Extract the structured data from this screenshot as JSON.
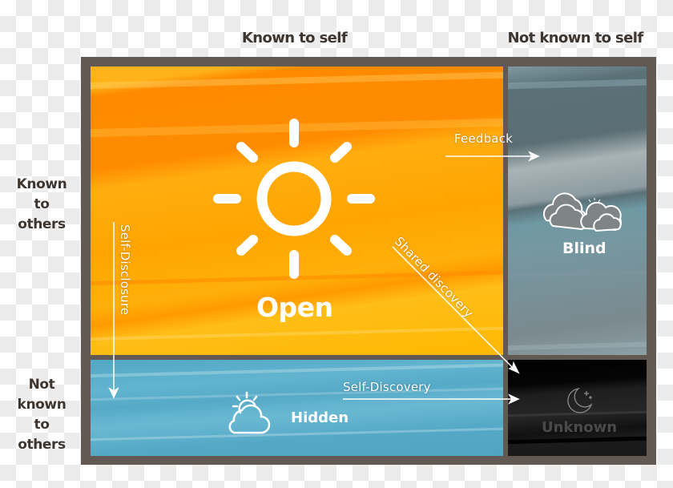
{
  "columns": {
    "known_to_self": "Known to self",
    "not_known_to_self": "Not known to self"
  },
  "rows": {
    "known_to_others": [
      "Known",
      "to",
      "others"
    ],
    "not_known_to_others": [
      "Not",
      "known",
      "to",
      "others"
    ]
  },
  "quadrants": {
    "open": {
      "label": "Open",
      "icon": "sun-icon",
      "color": "#ffa800"
    },
    "blind": {
      "label": "Blind",
      "icon": "clouds-icon",
      "color": "#6f8f99"
    },
    "hidden": {
      "label": "Hidden",
      "icon": "partly-cloudy-icon",
      "color": "#58acc8"
    },
    "unknown": {
      "label": "Unknown",
      "icon": "moon-stars-icon",
      "color": "#141414"
    }
  },
  "arrows": {
    "feedback": "Feedback",
    "self_disclosure": "Self-Disclosure",
    "shared_discovery": "Shared discovery",
    "self_discovery": "Self-Discovery"
  },
  "colors": {
    "frame": "#625953",
    "header_text": "#3d3530"
  }
}
